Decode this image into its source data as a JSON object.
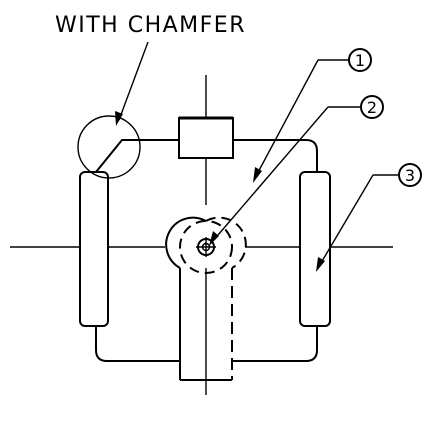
{
  "annotation": {
    "text": "WITH CHAMFER"
  },
  "callouts": [
    {
      "number": "1"
    },
    {
      "number": "2"
    },
    {
      "number": "3"
    }
  ]
}
